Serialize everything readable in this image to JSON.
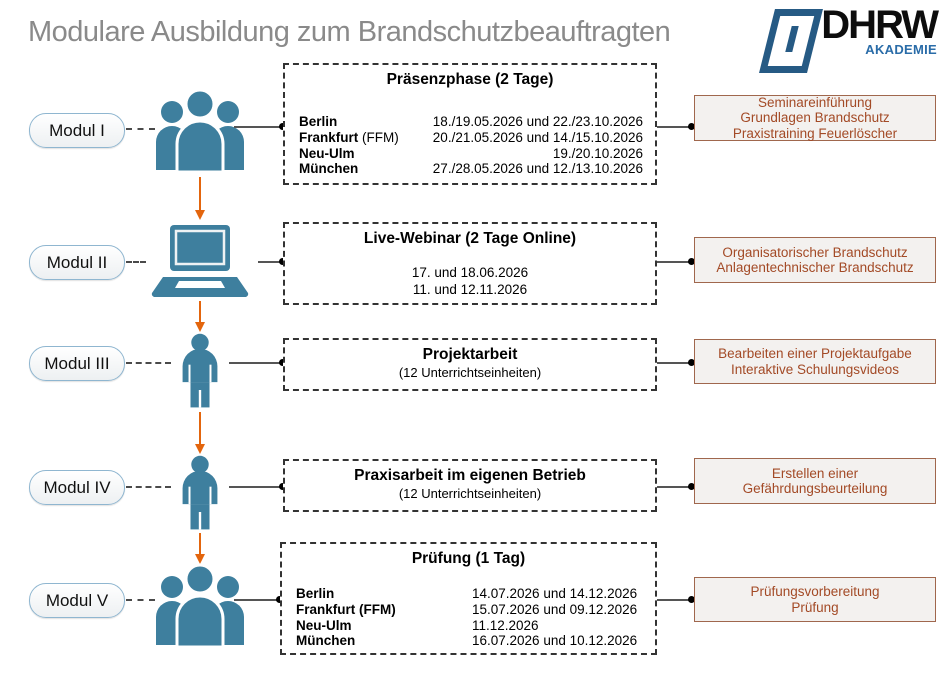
{
  "title": "Modulare Ausbildung zum Brandschutzbeauftragten",
  "logo": {
    "name": "DHRW",
    "subtitle": "AKADEMIE"
  },
  "colors": {
    "icon_teal": "#3e7f9e",
    "arrow_orange": "#e3650d",
    "topic_text": "#a34a26",
    "topic_border": "#a0674d",
    "topic_bg": "#f3f1ef",
    "title_gray": "#8a8a8a",
    "pill_border": "#8fb6d0",
    "logo_blue": "#265a84"
  },
  "modules": [
    {
      "pill": "Modul I",
      "icon": "people-group-icon",
      "box": {
        "title": "Präsenzphase (2 Tage)",
        "rows": [
          {
            "city": "Berlin",
            "suffix": "",
            "dates": "18./19.05.2026 und 22./23.10.2026"
          },
          {
            "city": "Frankfurt",
            "suffix": " (FFM)",
            "dates": "20./21.05.2026 und 14./15.10.2026"
          },
          {
            "city": "Neu-Ulm",
            "suffix": "",
            "dates": "19./20.10.2026"
          },
          {
            "city": "München",
            "suffix": "",
            "dates": "27./28.05.2026 und 12./13.10.2026"
          }
        ]
      },
      "topics": [
        "Seminareinführung",
        "Grundlagen Brandschutz",
        "Praxistraining Feuerlöscher"
      ]
    },
    {
      "pill": "Modul II",
      "icon": "laptop-icon",
      "box": {
        "title": "Live-Webinar (2 Tage Online)",
        "lines": [
          "17. und 18.06.2026",
          "11. und 12.11.2026"
        ]
      },
      "topics": [
        "Organisatorischer Brandschutz",
        "Anlagentechnischer Brandschutz"
      ]
    },
    {
      "pill": "Modul III",
      "icon": "person-icon",
      "box": {
        "title": "Projektarbeit",
        "subtitle": "(12 Unterrichtseinheiten)"
      },
      "topics": [
        "Bearbeiten einer Projektaufgabe",
        "Interaktive Schulungsvideos"
      ]
    },
    {
      "pill": "Modul IV",
      "icon": "person-icon",
      "box": {
        "title": "Praxisarbeit im eigenen Betrieb",
        "subtitle": "(12 Unterrichtseinheiten)"
      },
      "topics": [
        "Erstellen einer",
        "Gefährdungsbeurteilung"
      ]
    },
    {
      "pill": "Modul V",
      "icon": "people-group-icon",
      "box": {
        "title": "Prüfung (1 Tag)",
        "rows": [
          {
            "city": "Berlin",
            "dates": "14.07.2026 und 14.12.2026"
          },
          {
            "city": "Frankfurt (FFM)",
            "dates": "15.07.2026 und 09.12.2026"
          },
          {
            "city": "Neu-Ulm",
            "dates": "11.12.2026"
          },
          {
            "city": "München",
            "dates": "16.07.2026 und 10.12.2026"
          }
        ]
      },
      "topics": [
        "Prüfungsvorbereitung",
        "Prüfung"
      ]
    }
  ]
}
